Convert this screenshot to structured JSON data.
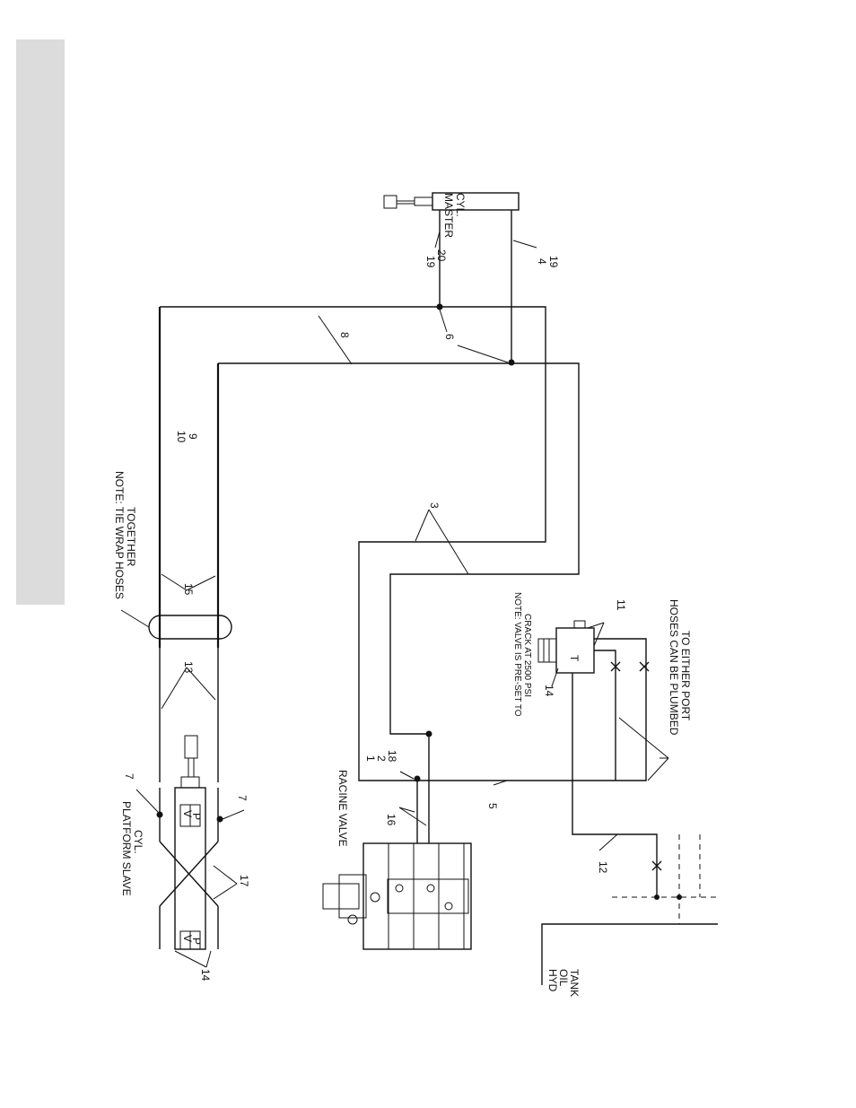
{
  "labels": {
    "master_cyl_1": "MASTER",
    "master_cyl_2": "CYL.",
    "note_tie_1": "NOTE: TIE WRAP HOSES",
    "note_tie_2": "TOGETHER",
    "platform_slave_1": "PLATFORM SLAVE",
    "platform_slave_2": "CYL.",
    "racine_valve": "RACINE VALVE",
    "note_valve_1": "NOTE: VALVE IS PRE-SET TO",
    "note_valve_2": "CRACK AT 2500 PSI",
    "hoses_plumbed_1": "HOSES CAN BE PLUMBED",
    "hoses_plumbed_2": "TO EITHER PORT",
    "hyd_tank_1": "HYD",
    "hyd_tank_2": "OIL",
    "hyd_tank_3": "TANK",
    "port_v": "V",
    "port_p": "P",
    "port_t": "T"
  },
  "callouts": {
    "n19a": "19",
    "n20": "20",
    "n4": "4",
    "n19b": "19",
    "n8": "8",
    "n6": "6",
    "n10": "10",
    "n9": "9",
    "n3": "3",
    "n15": "15",
    "n13": "13",
    "n11": "11",
    "n14a": "14",
    "n1": "1",
    "n2": "2",
    "n18": "18",
    "n5": "5",
    "n16": "16",
    "n12": "12",
    "n7a": "7",
    "n7b": "7",
    "n17": "17",
    "n14b": "14"
  }
}
